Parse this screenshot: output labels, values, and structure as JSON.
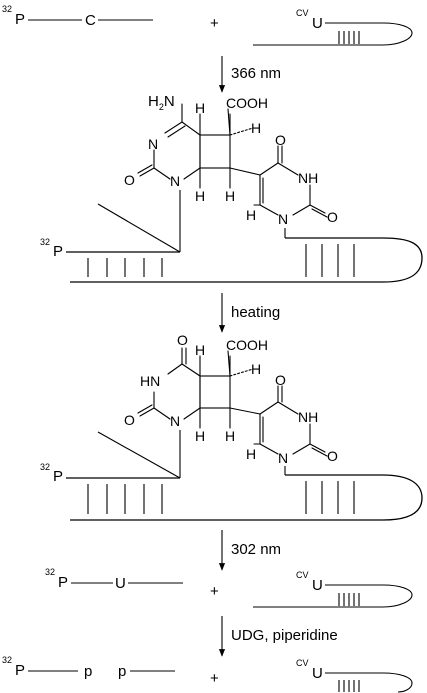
{
  "step1": {
    "p32_a": "32",
    "p32_b": "P",
    "nucleotide": "C",
    "plus": "+",
    "cv_a": "CV",
    "cv_b": "U"
  },
  "arrows": {
    "a1": "366 nm",
    "a2": "heating",
    "a3": "302 nm",
    "a4": "UDG, piperidine"
  },
  "adduct1": {
    "amino": "H2N",
    "amino_a": "H",
    "amino_sub": "2",
    "amino_b": "N",
    "cooh": "COOH",
    "h_top1": "H",
    "h_top2": "H",
    "h_bot1": "H",
    "h_bot2": "H",
    "n_ring": "N",
    "o_ring": "O",
    "n_sugar": "N",
    "nh": "NH",
    "o_right": "O",
    "o_top": "O",
    "h_vinyl": "H",
    "n_right": "N",
    "p32_a": "32",
    "p32_b": "P"
  },
  "adduct2": {
    "o_top_left": "O",
    "hn": "HN",
    "cooh": "COOH",
    "h_top1": "H",
    "h_top2": "H",
    "h_bot1": "H",
    "h_bot2": "H",
    "o_ring": "O",
    "n_sugar": "N",
    "nh": "NH",
    "o_right": "O",
    "o_top": "O",
    "h_vinyl": "H",
    "n_right": "N",
    "p32_a": "32",
    "p32_b": "P"
  },
  "step3": {
    "p32_a": "32",
    "p32_b": "P",
    "nucleotide": "U",
    "plus": "+",
    "cv_a": "CV",
    "cv_b": "U"
  },
  "step4": {
    "p32_a": "32",
    "p32_b": "P",
    "p1": "p",
    "p2": "p",
    "plus": "+",
    "cv_a": "CV",
    "cv_b": "U"
  }
}
